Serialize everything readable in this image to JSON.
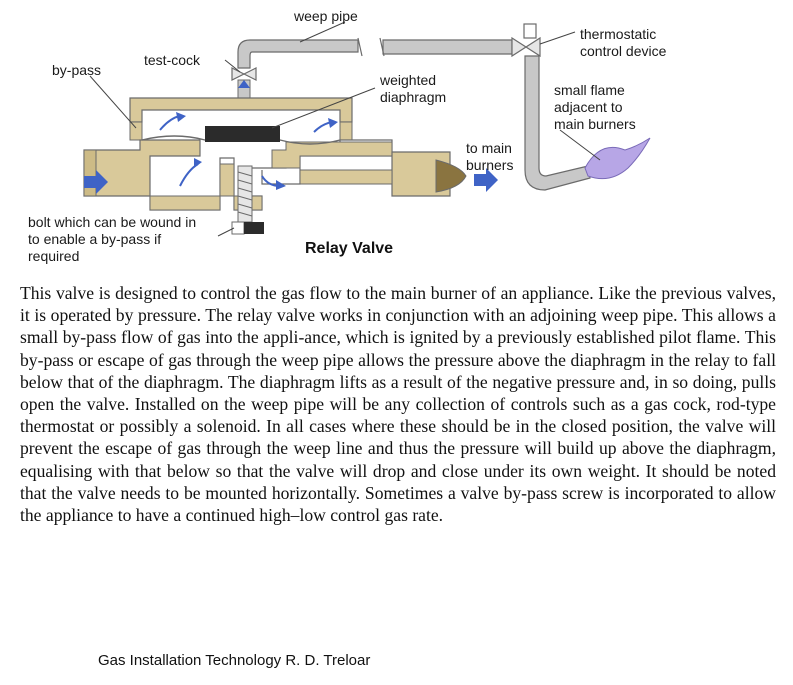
{
  "figure": {
    "caption": "Relay Valve",
    "labels": {
      "weep_pipe": "weep pipe",
      "test_cock": "test-cock",
      "by_pass": "by-pass",
      "weighted_diaphragm": [
        "weighted",
        "diaphragm"
      ],
      "thermostatic": [
        "thermostatic",
        "control device"
      ],
      "small_flame": [
        "small flame",
        "adjacent to",
        "main burners"
      ],
      "to_main_burners": [
        "to main",
        "burners"
      ],
      "bolt": [
        "bolt which can be wound in",
        "to enable a by-pass if",
        "required"
      ]
    },
    "colors": {
      "valve_body": "#d9c99a",
      "body_outline": "#6b6b6b",
      "pipe": "#c8c8c8",
      "arrow": "#3f63c6",
      "diaphragm_weight": "#2b2b2b",
      "flame": "#b7a6e6"
    }
  },
  "body_paragraph": "This valve is designed to control the gas flow to the main burner of an appliance. Like the previous valves, it is operated by pressure. The relay valve works in conjunction with an adjoining weep pipe. This allows a small by-pass flow of gas into the appli-ance, which is ignited by a previously established pilot flame. This by-pass or escape of gas through the weep pipe allows the pressure above the diaphragm in the relay to fall below that of the diaphragm. The diaphragm lifts as a result of the negative pressure and, in so doing, pulls open the valve. Installed on the weep pipe will be any collection of controls such as a gas cock, rod-type thermostat or possibly a solenoid. In all cases where these should be in the closed position, the valve will prevent the escape of gas through the weep line and thus the pressure will build up above the diaphragm, equalising with that below so that the valve will drop and close under its own weight. It should be noted that the valve needs to be mounted horizontally. Sometimes a valve by-pass screw is incorporated to allow the appliance to have a continued high–low control gas rate.",
  "citation": "Gas Installation Technology  R. D. Treloar"
}
